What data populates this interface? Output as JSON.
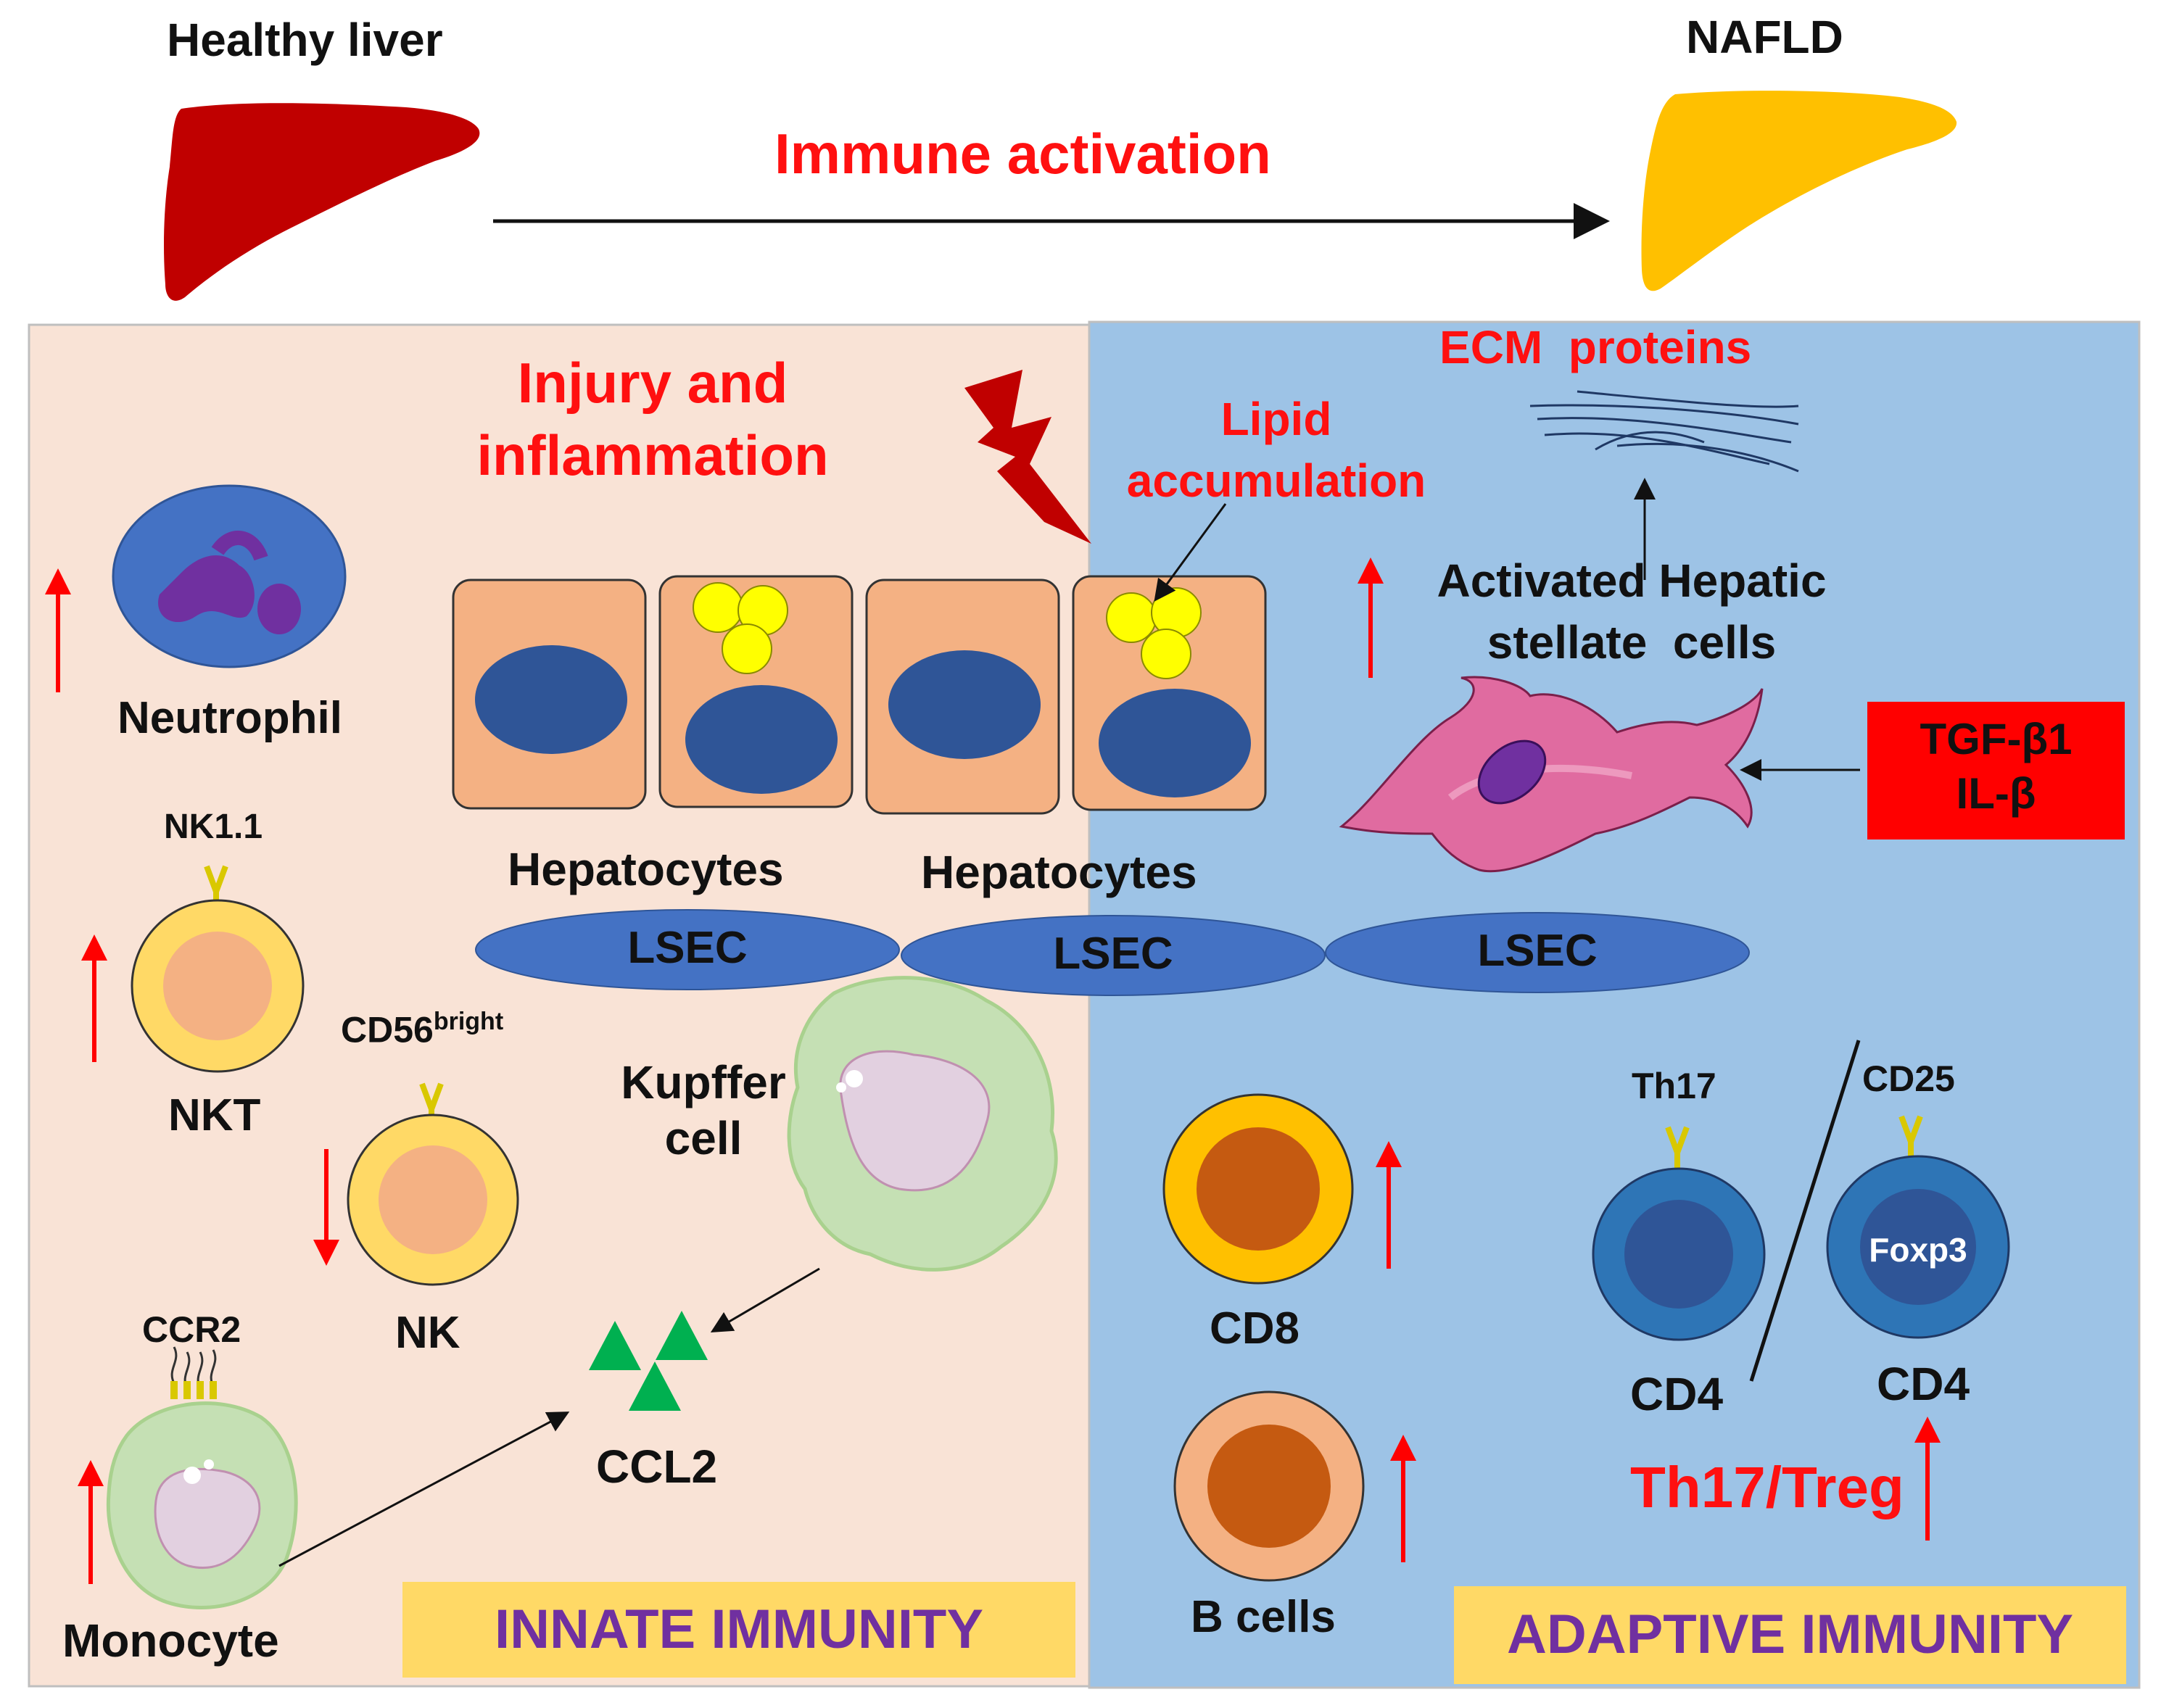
{
  "header": {
    "healthy_label": "Healthy liver",
    "nafld_label": "NAFLD",
    "arrow_label": "Immune activation"
  },
  "injury": {
    "line1": "Injury and",
    "line2": "inflammation"
  },
  "lipid": {
    "line1": "Lipid",
    "line2": "accumulation"
  },
  "ecm_label": "ECM  proteins",
  "hsc": {
    "line1": "Activated Hepatic",
    "line2": "stellate  cells"
  },
  "cytokines": {
    "line1": "TGF-β1",
    "line2": "IL-β"
  },
  "hepatocytes": [
    "Hepatocytes",
    "Hepatocytes"
  ],
  "lsec": [
    "LSEC",
    "LSEC",
    "LSEC"
  ],
  "innate": {
    "neutrophil": "Neutrophil",
    "nkt_marker": "NK1.1",
    "nkt": "NKT",
    "nk_marker": "CD56",
    "nk_marker_sup": "bright",
    "nk": "NK",
    "kupffer_line1": "Kupffer",
    "kupffer_line2": "cell",
    "ccr2": "CCR2",
    "monocyte": "Monocyte",
    "ccl2": "CCL2",
    "panel_title": "INNATE IMMUNITY"
  },
  "adaptive": {
    "cd8": "CD8",
    "bcells": "B cells",
    "th17_marker": "Th17",
    "cd25_marker": "CD25",
    "foxp3": "Foxp3",
    "cd4_left": "CD4",
    "cd4_right": "CD4",
    "ratio": "Th17/Treg",
    "panel_title": "ADAPTIVE IMMUNITY"
  },
  "colors": {
    "innate_bg": "#f9e3d6",
    "adaptive_bg": "#9dc3e6",
    "healthy_liver": "#c00000",
    "nafld_liver": "#ffc000",
    "accent_red": "#ff0000",
    "title_purple": "#7030a0",
    "title_box": "#ffd966",
    "lsec_blue": "#4472c4",
    "nucleus_blue": "#2f5597"
  }
}
